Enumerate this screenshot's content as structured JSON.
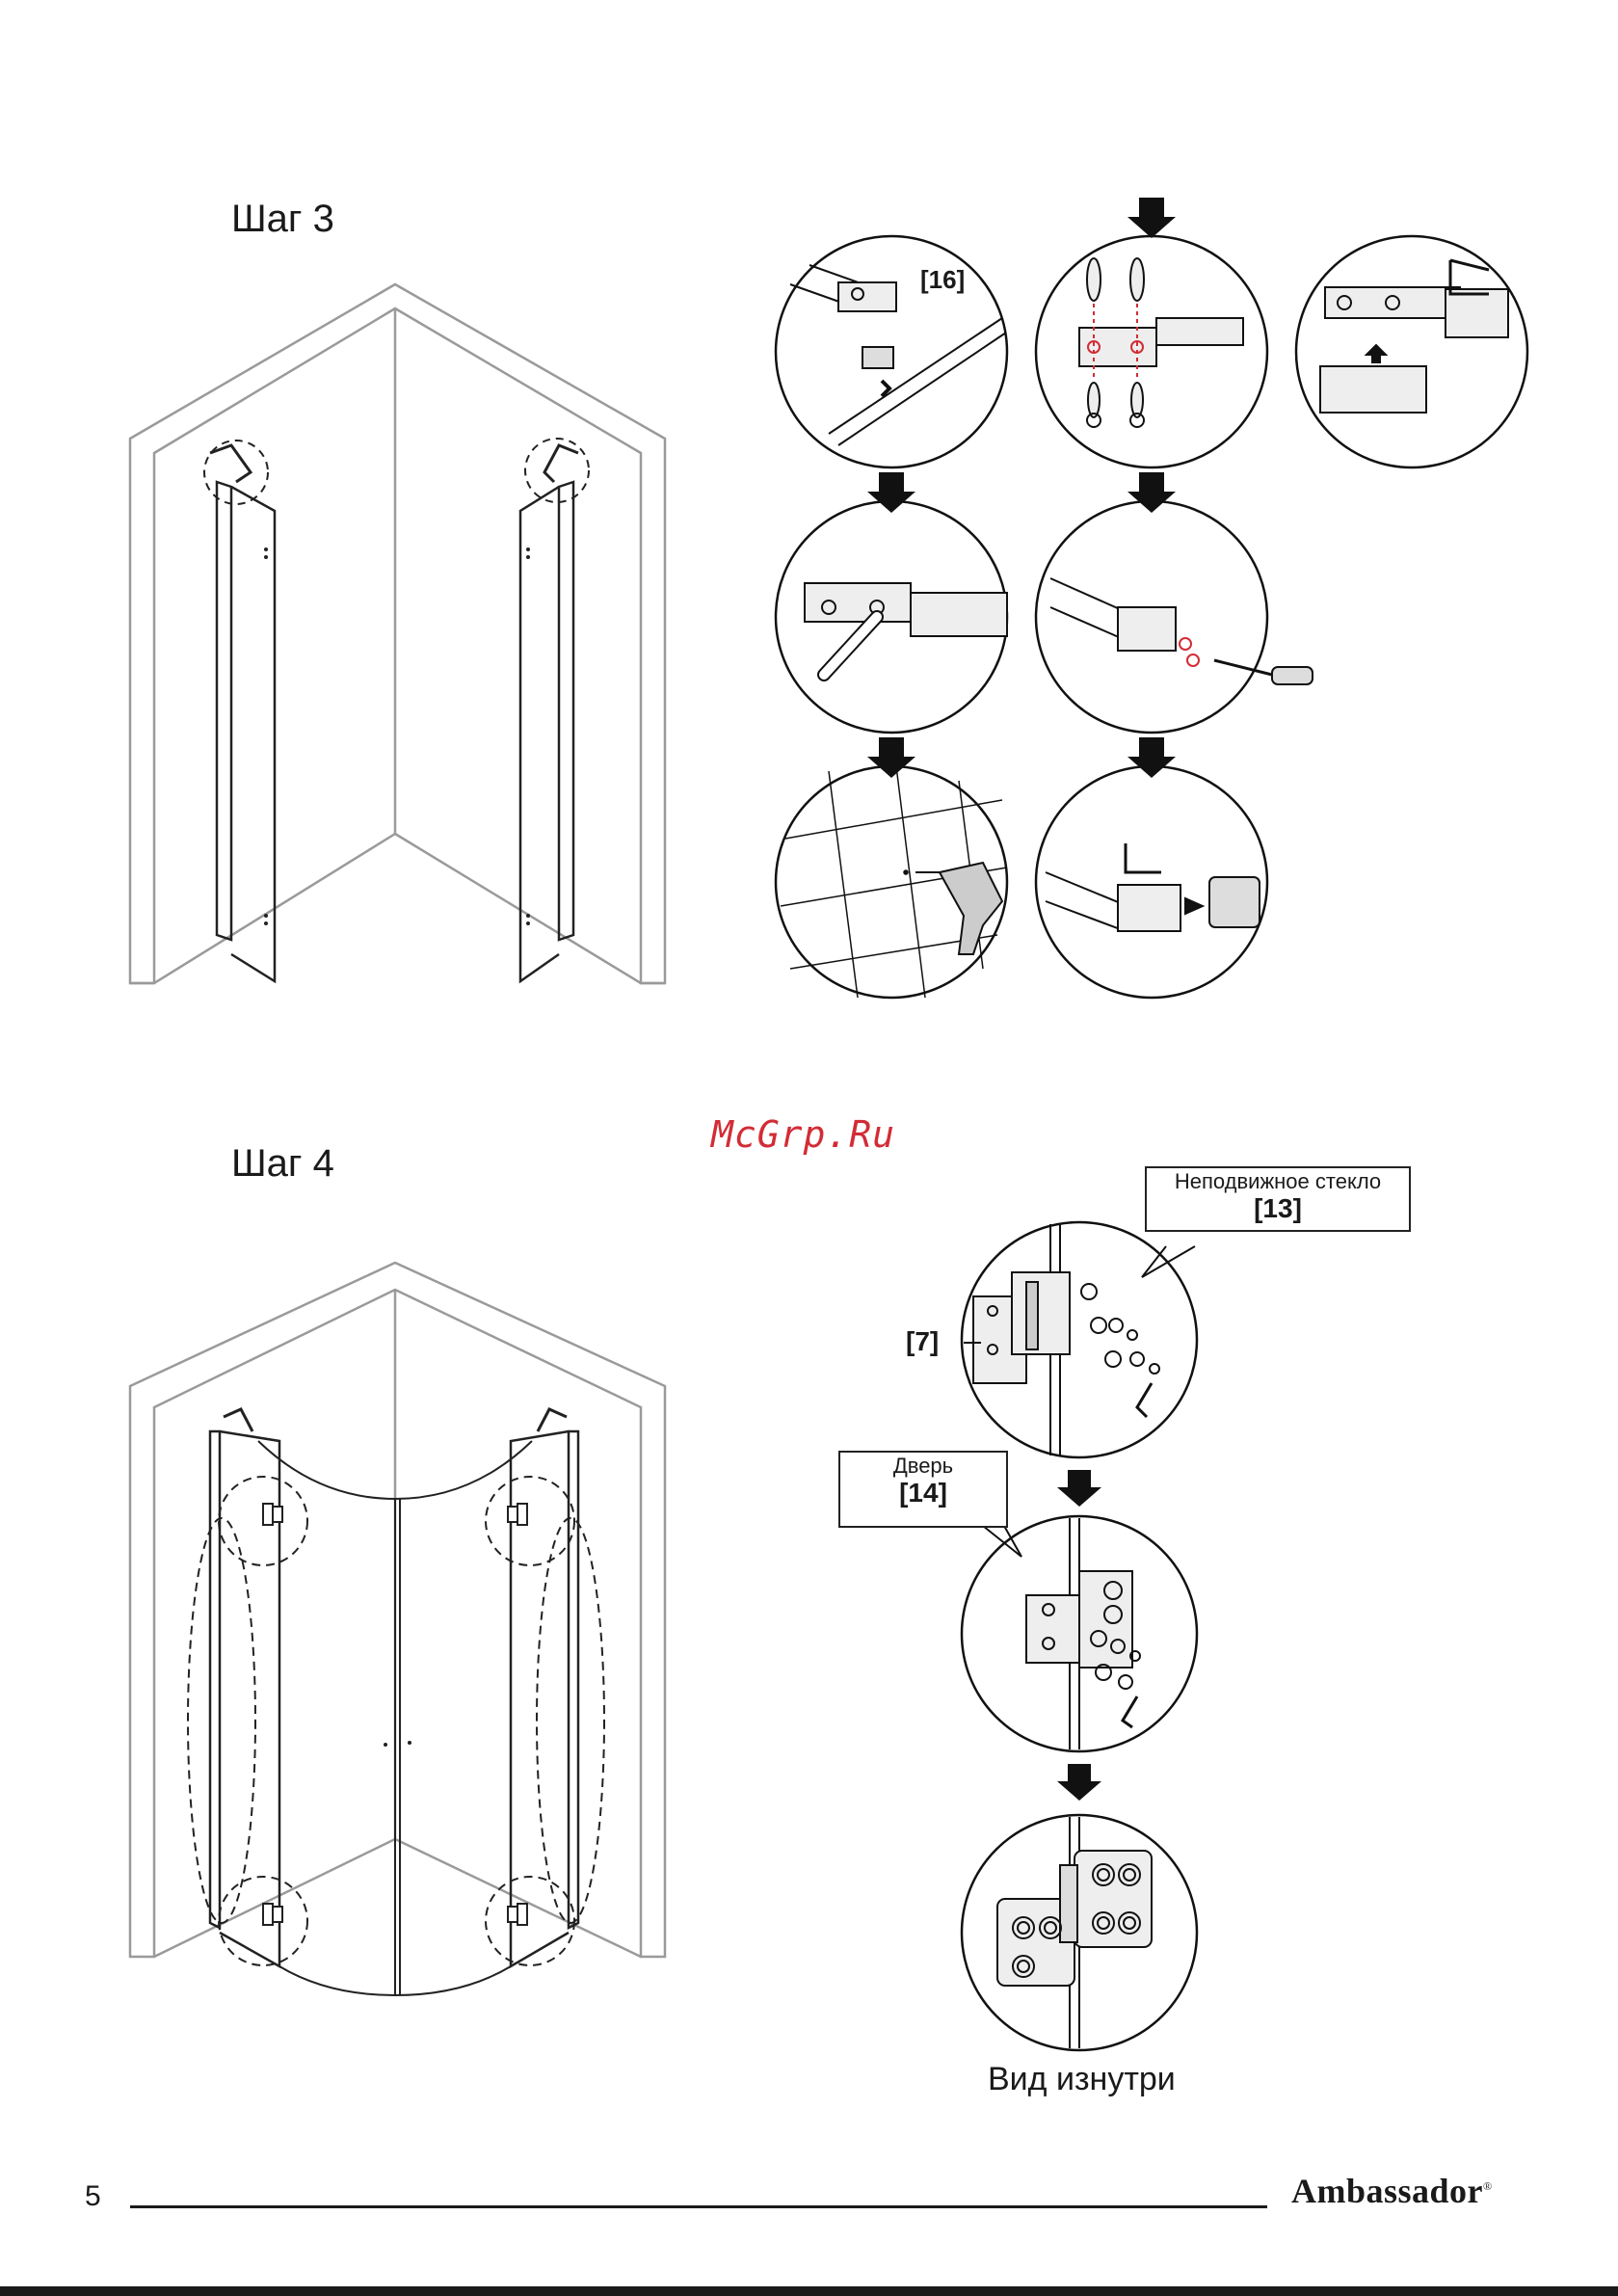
{
  "step3": {
    "title": "Шаг 3",
    "part_ref": "[16]"
  },
  "step4": {
    "title": "Шаг 4",
    "fixed_glass": {
      "label": "Неподвижное стекло",
      "ref": "[13]"
    },
    "door": {
      "label": "Дверь",
      "ref": "[14]"
    },
    "hinge_ref": "[7]",
    "inside_view": "Вид изнутри"
  },
  "watermark": "McGrp.Ru",
  "footer": {
    "page_number": "5",
    "brand": "Ambassador",
    "brand_mark": "®"
  },
  "icons": [
    "down-arrow-icon",
    "up-arrow-icon",
    "left-arrow-icon",
    "allen-key-icon",
    "screwdriver-icon",
    "drill-icon"
  ]
}
